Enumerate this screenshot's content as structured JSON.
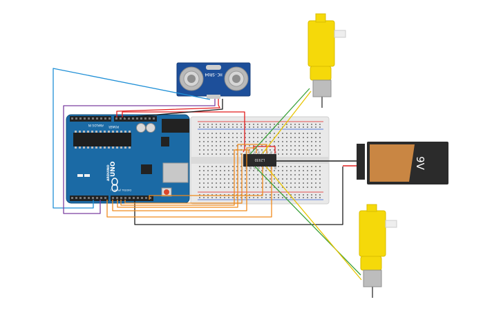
{
  "sensor": {
    "label": "HC-SR04"
  },
  "arduino": {
    "brand": "ARDUINO",
    "model": "UNO",
    "analog_label": "ANALOG IN",
    "power_label": "POWER",
    "digital_label": "DIGITAL (PWM ~)"
  },
  "driver": {
    "label": "L293D"
  },
  "battery": {
    "label": "9V"
  },
  "colors": {
    "red": "#e21b1b",
    "black": "#1a1a1a",
    "blue": "#1e8fd6",
    "purple": "#7b3fa0",
    "orange": "#f08a1c",
    "green": "#3aa13a",
    "yellow": "#e8c400",
    "board": "#1b6aa5",
    "motor": "#f5d90a"
  }
}
